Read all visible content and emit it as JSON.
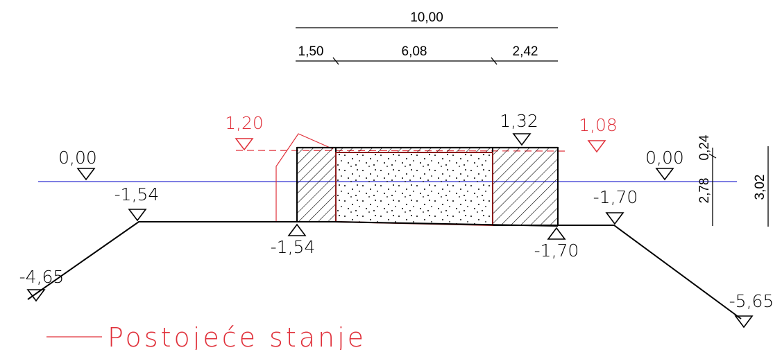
{
  "dimensions": {
    "total": "10,00",
    "left": "1,50",
    "middle": "6,08",
    "right": "2,42",
    "right_upper": "0,24",
    "right_lower": "2,78",
    "right_total": "3,02"
  },
  "levels": {
    "left_water": "0,00",
    "left_bank": "-1,54",
    "left_bottom": "-4,65",
    "left_base": "-1,54",
    "top": "1,32",
    "right_water": "0,00",
    "right_bank": "-1,70",
    "right_bottom": "-5,65",
    "right_base": "-1,70"
  },
  "existing_levels": {
    "left": "1,20",
    "right": "1,08"
  },
  "legend": {
    "label": "Postojeće stanje"
  },
  "colors": {
    "existing": "#e0303a",
    "water": "#3030d0",
    "structure": "#000000",
    "outline": "#8b1a1a"
  }
}
